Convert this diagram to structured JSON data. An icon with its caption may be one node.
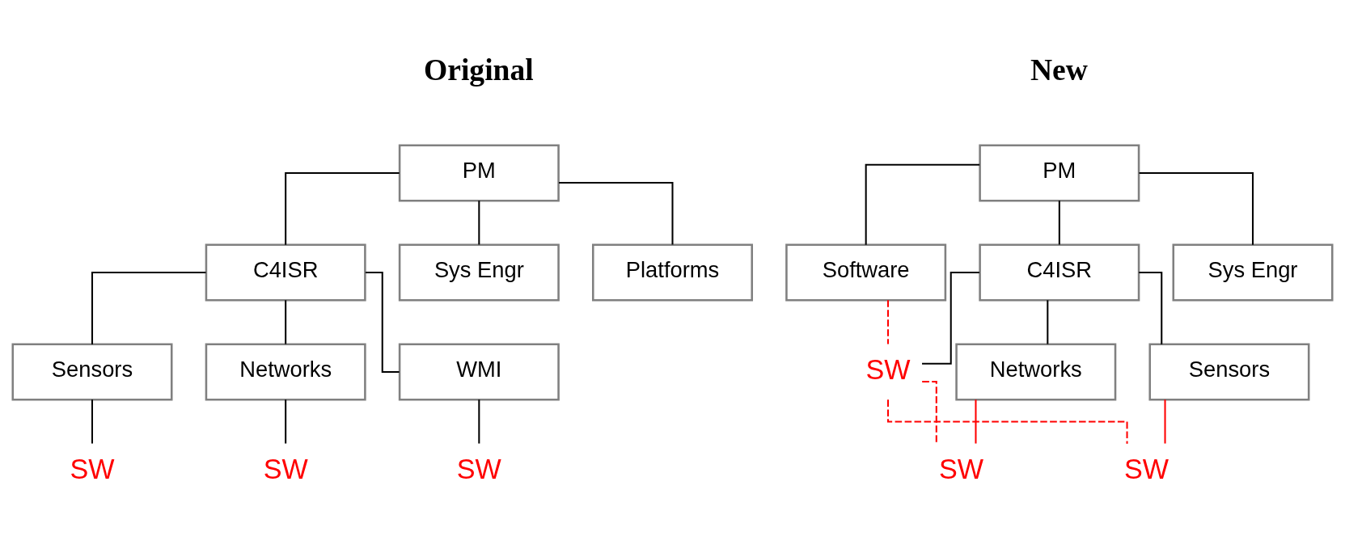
{
  "diagram": {
    "nodes": [
      {
        "text": [
          "PM"
        ]
      },
      {
        "text": [
          "C4ISR"
        ]
      },
      {
        "text": [
          "Sys Engr"
        ]
      },
      {
        "text": [
          "Platforms"
        ]
      },
      {
        "text": [
          "Sensors"
        ]
      },
      {
        "text": [
          "Networks"
        ]
      },
      {
        "text": [
          "WMI"
        ]
      },
      {
        "text": [
          "SW"
        ]
      },
      {
        "text": [
          "SW"
        ]
      },
      {
        "text": [
          "SW"
        ]
      },
      {
        "text": [
          "PM"
        ]
      },
      {
        "text": [
          "C4ISR"
        ]
      },
      {
        "text": [
          "Software"
        ]
      },
      {
        "text": [
          "Sys Engr"
        ]
      },
      {
        "text": [
          "SW"
        ]
      },
      {
        "text": [
          "Sensors"
        ]
      },
      {
        "text": [
          "Networks"
        ]
      },
      {
        "text": [
          "SW"
        ]
      },
      {
        "text": [
          "SW"
        ]
      }
    ],
    "edges": [
      {
        "from": 0,
        "to": 1,
        "arrow": "none"
      },
      {
        "from": 0,
        "to": 2,
        "arrow": "none"
      },
      {
        "from": 0,
        "to": 3,
        "arrow": "none"
      },
      {
        "from": 1,
        "to": 4,
        "arrow": "none"
      },
      {
        "from": 1,
        "to": 5,
        "arrow": "none"
      },
      {
        "from": 1,
        "to": 6,
        "arrow": "none"
      },
      {
        "from": 4,
        "to": 7,
        "arrow": "none"
      },
      {
        "from": 5,
        "to": 8,
        "arrow": "none"
      },
      {
        "from": 6,
        "to": 9,
        "arrow": "none"
      },
      {
        "from": 10,
        "to": 11,
        "arrow": "none"
      },
      {
        "from": 10,
        "to": 12,
        "arrow": "none"
      },
      {
        "from": 10,
        "to": 13,
        "arrow": "none"
      },
      {
        "from": 11,
        "to": 14,
        "arrow": "none"
      },
      {
        "from": 11,
        "to": 15,
        "arrow": "none"
      },
      {
        "from": 11,
        "to": 16,
        "arrow": "none"
      },
      {
        "from": 15,
        "to": 17,
        "arrow": "none",
        "color": "#ff0000"
      },
      {
        "from": 16,
        "to": 18,
        "arrow": "none",
        "color": "#ff0000"
      },
      {
        "from": 12,
        "to": 14,
        "arrow": "none",
        "style": "dashed",
        "color": "#ff0000"
      },
      {
        "from": 14,
        "to": 17,
        "arrow": "none",
        "style": "dashed",
        "color": "#ff0000"
      },
      {
        "from": 14,
        "to": 18,
        "arrow": "none",
        "style": "dashed",
        "color": "#ff0000"
      }
    ],
    "labels": [
      "Original",
      "New"
    ]
  }
}
